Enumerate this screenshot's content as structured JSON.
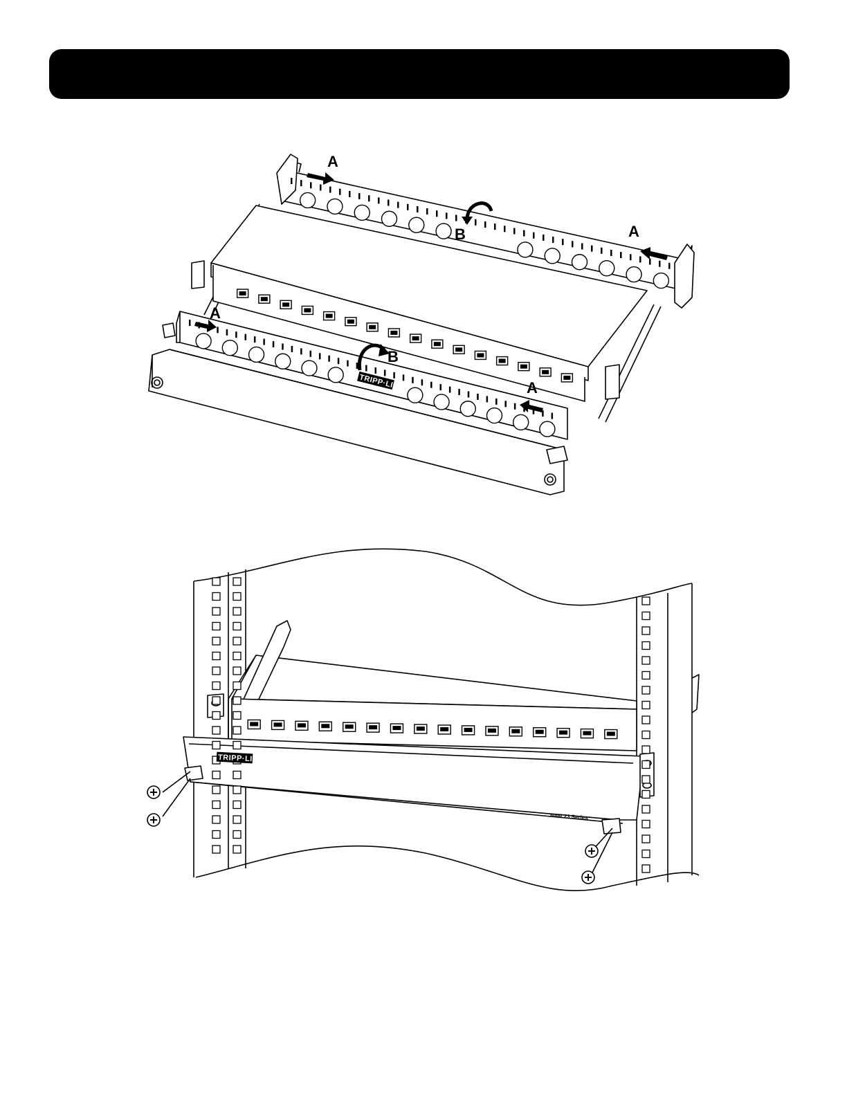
{
  "page": {
    "header_bar_color": "#000000"
  },
  "figure1": {
    "callouts": {
      "a_top_left": "A",
      "a_top_right": "A",
      "a_bottom_left": "A",
      "a_bottom_right": "A",
      "b_top": "B",
      "b_bottom": "B"
    },
    "logo_text": "TRIPP·LITE",
    "port_count": 16
  },
  "figure2": {
    "logo_text": "TRIPP·LITE",
    "model_text": "N48L23 Series",
    "port_count": 16
  },
  "icons": {
    "arrow": "arrow-icon",
    "rotate": "rotate-arrow-icon",
    "screw": "screw-icon"
  }
}
